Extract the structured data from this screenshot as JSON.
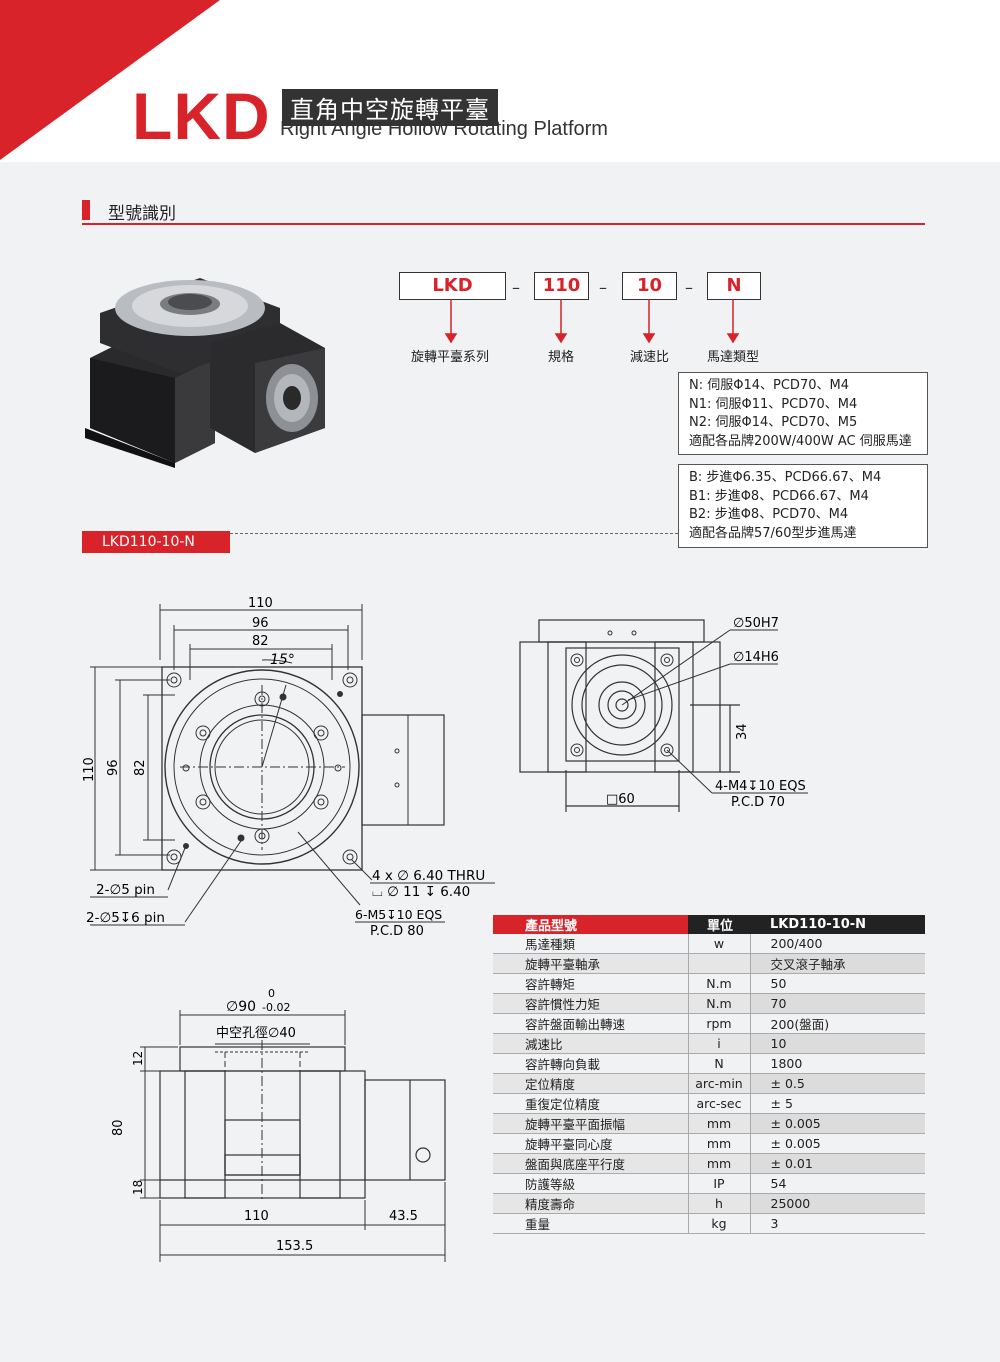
{
  "header": {
    "logo": "LKD",
    "title_cn": "直角中空旋轉平臺",
    "title_en": "Right Angle Hollow Rotating Platform"
  },
  "section": {
    "title": "型號識別"
  },
  "code": {
    "parts": [
      "LKD",
      "110",
      "10",
      "N"
    ],
    "dash": "–",
    "labels": [
      "旋轉平臺系列",
      "規格",
      "減速比",
      "馬達類型"
    ]
  },
  "options": {
    "servo": [
      "N: 伺服Φ14、PCD70、M4",
      "N1: 伺服Φ11、PCD70、M4",
      "N2: 伺服Φ14、PCD70、M5",
      "適配各品牌200W/400W AC 伺服馬達"
    ],
    "stepper": [
      "B: 步進Φ6.35、PCD66.67、M4",
      "B1: 步進Φ8、PCD66.67、M4",
      "B2: 步進Φ8、PCD70、M4",
      "適配各品牌57/60型步進馬達"
    ]
  },
  "model_tag": "LKD110-10-N",
  "drawing_front": {
    "dims": [
      "110",
      "96",
      "82",
      "15°",
      "110",
      "96",
      "82"
    ],
    "notes": [
      "2-∅5 pin",
      "2-∅5↧6 pin",
      "4 x ∅ 6.40 THRU",
      "⌴ ∅ 11 ↧ 6.40",
      "6-M5↧10 EQS",
      "P.C.D 80"
    ]
  },
  "drawing_side": {
    "dims": [
      "∅50H7",
      "∅14H6",
      "34",
      "□60"
    ],
    "notes": [
      "4-M4↧10 EQS",
      "P.C.D 70"
    ]
  },
  "drawing_section": {
    "dims": [
      "0",
      "∅90",
      "-0.02",
      "中空孔徑∅40",
      "12",
      "80",
      "18",
      "110",
      "43.5",
      "153.5"
    ]
  },
  "spec_table": {
    "headers": [
      "產品型號",
      "單位",
      "LKD110-10-N"
    ],
    "rows": [
      [
        "馬達種類",
        "w",
        "200/400"
      ],
      [
        "旋轉平臺軸承",
        "",
        "交叉滾子軸承"
      ],
      [
        "容許轉矩",
        "N.m",
        "50"
      ],
      [
        "容許慣性力矩",
        "N.m",
        "70"
      ],
      [
        "容許盤面輸出轉速",
        "rpm",
        "200(盤面)"
      ],
      [
        "減速比",
        "i",
        "10"
      ],
      [
        "容許轉向負載",
        "N",
        "1800"
      ],
      [
        "定位精度",
        "arc-min",
        "± 0.5"
      ],
      [
        "重復定位精度",
        "arc-sec",
        "± 5"
      ],
      [
        "旋轉平臺平面振幅",
        "mm",
        "± 0.005"
      ],
      [
        "旋轉平臺同心度",
        "mm",
        "± 0.005"
      ],
      [
        "盤面與底座平行度",
        "mm",
        "± 0.01"
      ],
      [
        "防護等級",
        "IP",
        "54"
      ],
      [
        "精度壽命",
        "h",
        "25000"
      ],
      [
        "重量",
        "kg",
        "3"
      ]
    ]
  },
  "colors": {
    "accent": "#d8232a",
    "dark": "#222222",
    "background": "#f1f2f4"
  }
}
